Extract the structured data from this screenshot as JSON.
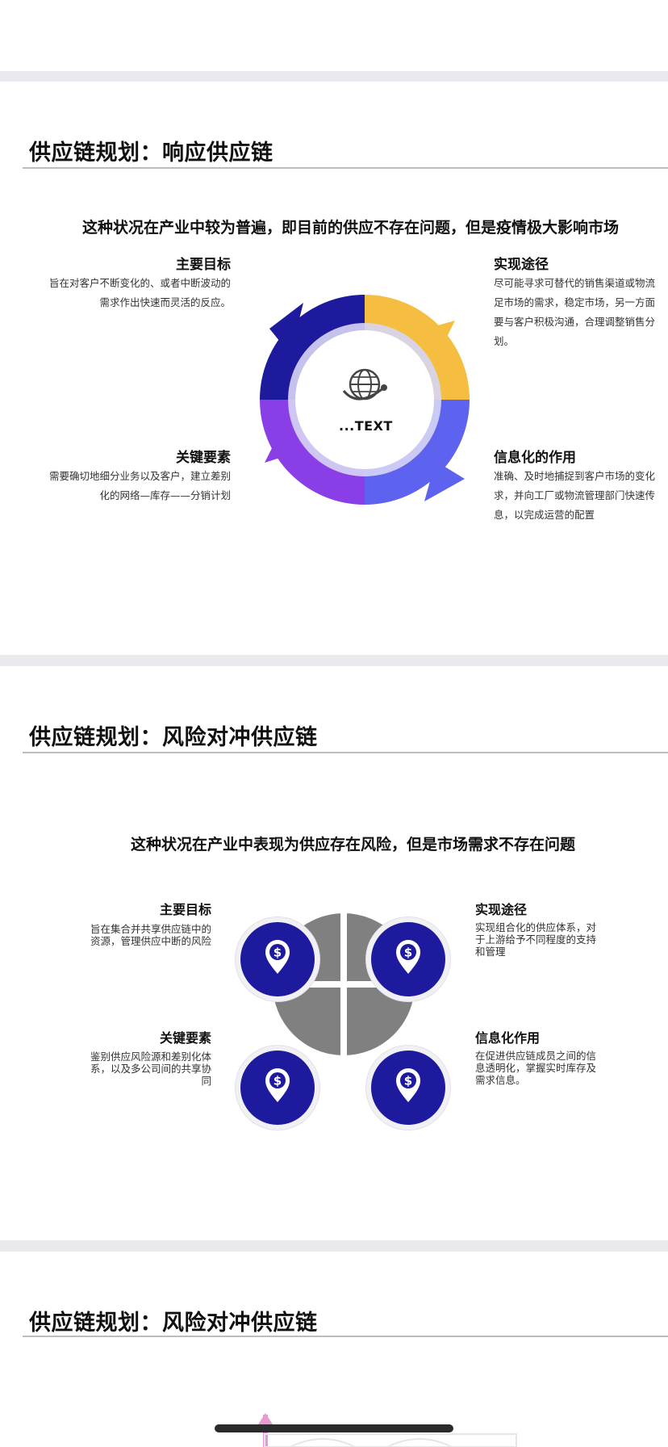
{
  "colors": {
    "navy": "#1e1a9e",
    "yellow": "#f6be41",
    "periwinkle": "#5d63ef",
    "violet": "#8a3fe6",
    "gray": "#808080",
    "pink": "#e59ad0"
  },
  "slide1": {
    "title": "供应链规划：响应供应链",
    "subtitle": "这种状况在产业中较为普遍，即目前的供应不存在问题，但是疫情极大影响市场",
    "center_icon": "globe-icon",
    "center_text": "...TEXT",
    "blocks": {
      "top_left": {
        "title": "主要目标",
        "lines": [
          "旨在对客户不断变化的、或者中断波动的",
          "需求作出快速而灵活的反应。"
        ]
      },
      "bottom_left": {
        "title": "关键要素",
        "lines": [
          "需要确切地细分业务以及客户，建立差别",
          "化的网络—库存——分销计划"
        ]
      },
      "top_right": {
        "title": "实现途径",
        "lines": [
          "尽可能寻求可替代的销售渠道或物流",
          "足市场的需求，稳定市场，另一方面",
          "要与客户积极沟通，合理调整销售分",
          "划。"
        ]
      },
      "bottom_right": {
        "title": "信息化的作用",
        "lines": [
          "准确、及时地捕捉到客户市场的变化",
          "求，并向工厂或物流管理部门快速传",
          "息，以完成运营的配置"
        ]
      }
    }
  },
  "slide2": {
    "title": "供应链规划：风险对冲供应链",
    "subtitle": "这种状况在产业中表现为供应存在风险，但是市场需求不存在问题",
    "pin_icon": "location-dollar-icon",
    "pin_symbol": "$",
    "blocks": {
      "top_left": {
        "title": "主要目标",
        "lines": [
          "旨在集合并共享供应链中的",
          "资源，管理供应中断的风险"
        ]
      },
      "bottom_left": {
        "title": "关键要素",
        "lines": [
          "鉴别供应风险源和差别化体",
          "系，以及多公司间的共享协",
          "同"
        ]
      },
      "top_right": {
        "title": "实现途径",
        "lines": [
          "实现组合化的供应体系，对",
          "于上游给予不同程度的支持",
          "和管理"
        ]
      },
      "bottom_right": {
        "title": "信息化作用",
        "lines": [
          "在促进供应链成员之间的信",
          "息透明化，掌握实时库存及",
          "需求信息。"
        ]
      }
    }
  },
  "slide3": {
    "title": "供应链规划：风险对冲供应链"
  }
}
